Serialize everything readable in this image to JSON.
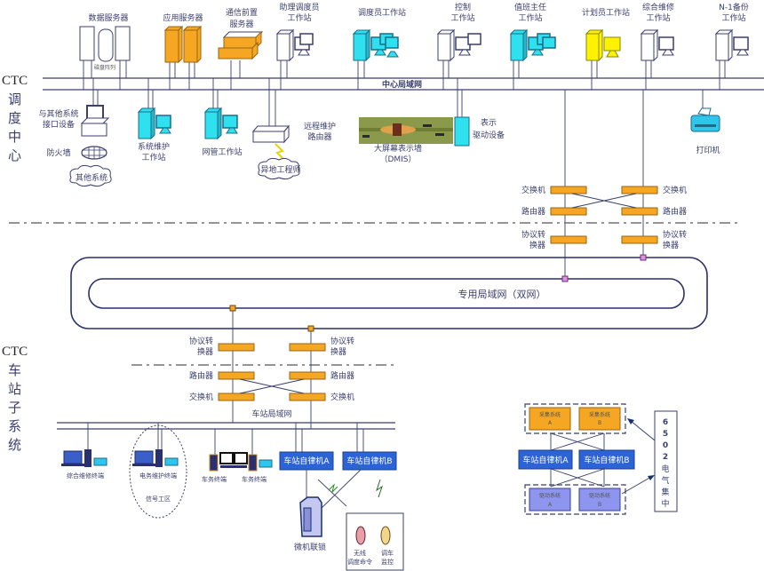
{
  "title": "CTC系统结构图",
  "colors": {
    "line": "#3a3f6e",
    "orange": "#f5a623",
    "cyan": "#2fe0ee",
    "yellow": "#fff200",
    "blue": "#2c64d8",
    "lavender": "#8e95ee",
    "pink_node": "#e58ee6"
  },
  "sections": {
    "dispatch_center": {
      "prefix": "CTC",
      "chars": [
        "调",
        "度",
        "中",
        "心"
      ]
    },
    "station_subsystem": {
      "prefix": "CTC",
      "chars": [
        "车",
        "站",
        "子",
        "系",
        "统"
      ]
    }
  },
  "center": {
    "lan_label": "中心局域网",
    "top_devices": [
      {
        "label": [
          "数据服务器"
        ],
        "icon": "server-rack-icon",
        "sub_label": "磁盘阵列"
      },
      {
        "label": [
          "应用服务器"
        ],
        "icon": "server-icon"
      },
      {
        "label": [
          "通信前置",
          "服务器"
        ],
        "icon": "comm-server-icon"
      },
      {
        "label": [
          "助理调度员",
          "工作站"
        ],
        "icon": "workstation-icon"
      },
      {
        "label": [
          "调度员工作站"
        ],
        "icon": "workstation-icon"
      },
      {
        "label": [
          "控制",
          "工作站"
        ],
        "icon": "workstation-icon"
      },
      {
        "label": [
          "值班主任",
          "工作站"
        ],
        "icon": "workstation-icon"
      },
      {
        "label": [
          "计划员工作站"
        ],
        "icon": "workstation-icon"
      },
      {
        "label": [
          "综合维修",
          "工作站"
        ],
        "icon": "workstation-icon"
      },
      {
        "label": [
          "N-1备份",
          "工作站"
        ],
        "icon": "workstation-icon"
      }
    ],
    "bottom_devices": {
      "interface": [
        "与其他系统",
        "接口设备"
      ],
      "firewall": "防火墙",
      "other_systems": "其他系统",
      "sys_maint": [
        "系统维护",
        "工作站"
      ],
      "netmgmt": "网管工作站",
      "remote_router": [
        "远程维护",
        "路由器"
      ],
      "remote_engineer": "异地工程师",
      "dmis": [
        "大屏幕表示墙",
        "（DMIS）"
      ],
      "display_driver": [
        "表示",
        "驱动设备"
      ],
      "printer": "打印机"
    },
    "net_stack": {
      "switch": "交换机",
      "router": "路由器",
      "protocol": [
        "协议转",
        "换器"
      ]
    }
  },
  "wan": {
    "label": "专用局域网（双网）"
  },
  "station": {
    "lan_label": "车站局域网",
    "net_stack": {
      "protocol": [
        "协议转",
        "换器"
      ],
      "router": "路由器",
      "switch": "交换机"
    },
    "terminals": {
      "maint": "综合维修终端",
      "elec_maint": "电务维护终端",
      "signal_area": "信号工区",
      "traffic1": "车务终端",
      "traffic2": "车务终端"
    },
    "autonomous_a": "车站自律机A",
    "autonomous_b": "车站自律机B",
    "interlock": "微机联锁",
    "radio": {
      "dispatch": [
        "无线",
        "调度命令"
      ],
      "shunting": [
        "调车",
        "监控"
      ]
    },
    "detail": {
      "collect_a": [
        "采集系统",
        "A"
      ],
      "collect_b": [
        "采集系统",
        "B"
      ],
      "auto_a": "车站自律机A",
      "auto_b": "车站自律机B",
      "drive_a": [
        "驱动系统",
        "A"
      ],
      "drive_b": [
        "驱动系统",
        "B"
      ],
      "relay": [
        "6",
        "5",
        "0",
        "2",
        "电",
        "气",
        "集",
        "中"
      ]
    }
  }
}
